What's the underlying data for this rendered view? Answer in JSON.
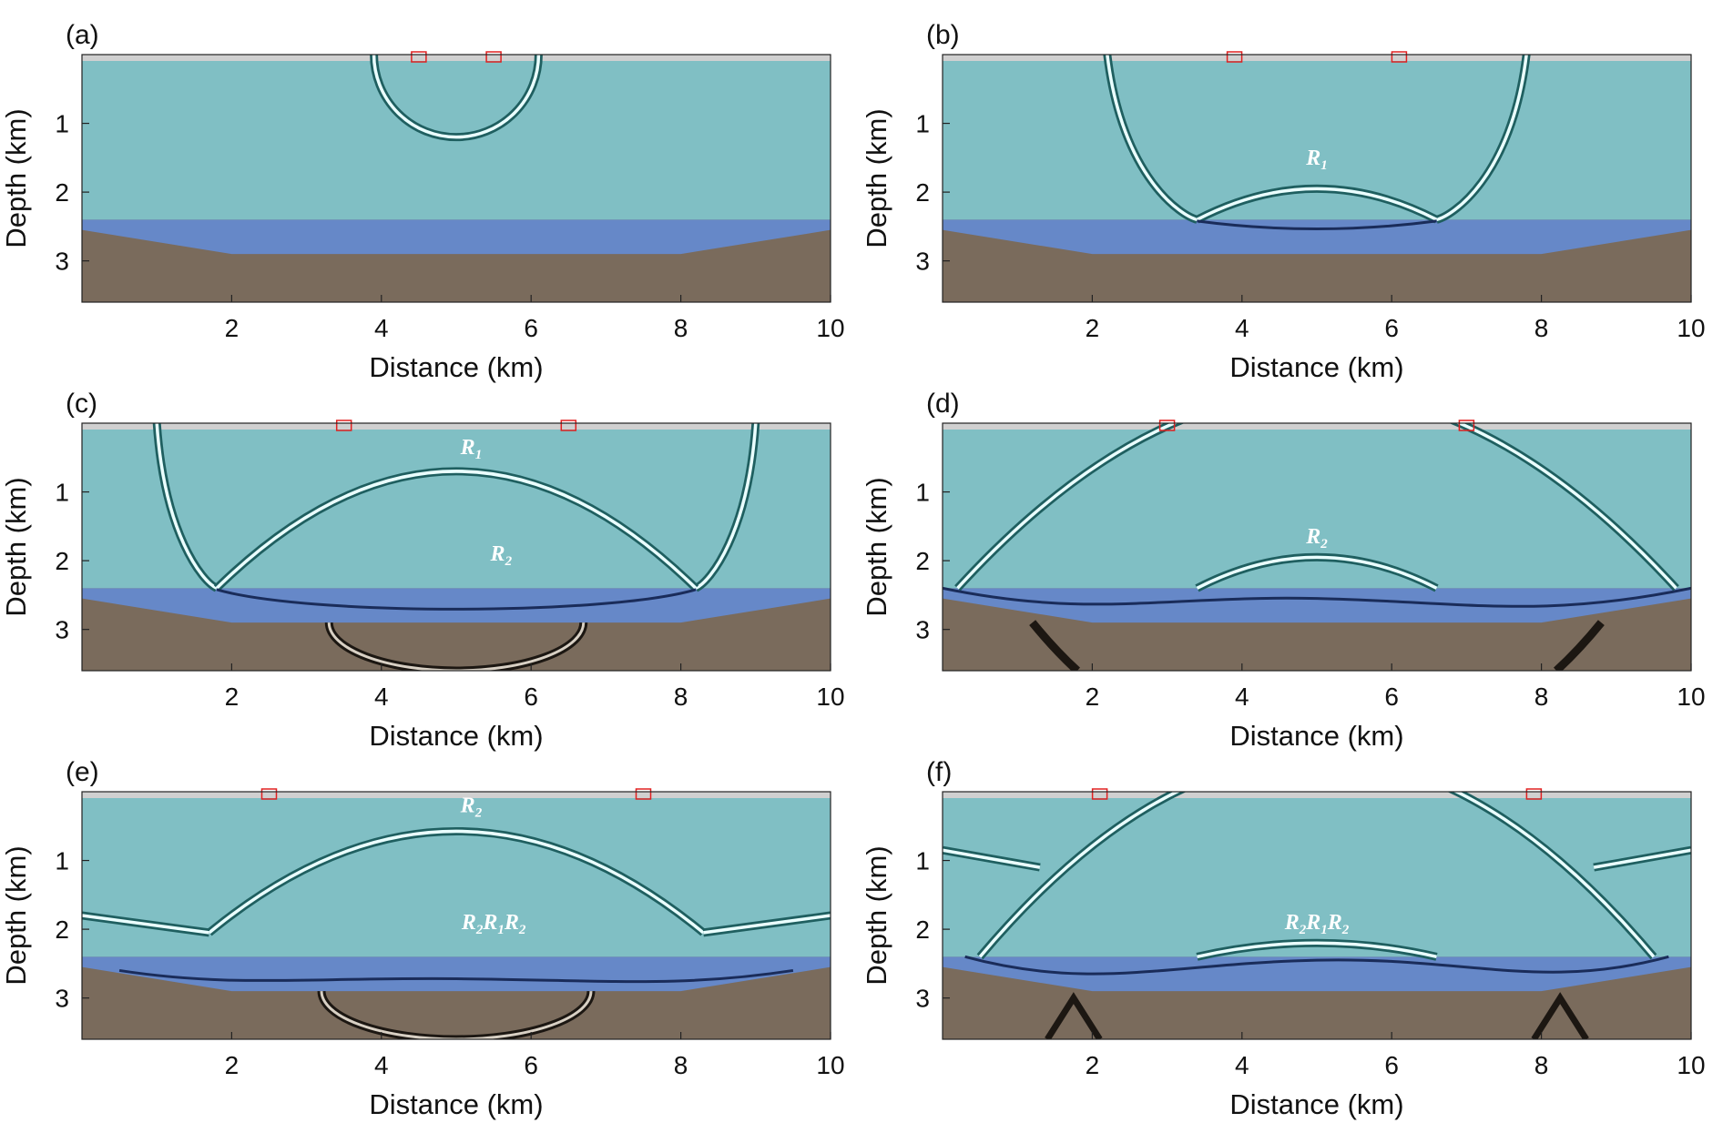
{
  "figure": {
    "panels": [
      {
        "label": "(a)",
        "receivers_km": [
          4.5,
          5.5
        ],
        "wave_labels": []
      },
      {
        "label": "(b)",
        "receivers_km": [
          3.9,
          6.1
        ],
        "wave_labels": [
          {
            "base": "R",
            "sub": "1",
            "x_km": 5.0,
            "depth_km": 1.6
          }
        ]
      },
      {
        "label": "(c)",
        "receivers_km": [
          3.5,
          6.5
        ],
        "wave_labels": [
          {
            "base": "R",
            "sub": "1",
            "x_km": 5.2,
            "depth_km": 0.45
          },
          {
            "base": "R",
            "sub": "2",
            "x_km": 5.6,
            "depth_km": 2.0
          }
        ]
      },
      {
        "label": "(d)",
        "receivers_km": [
          3.0,
          7.0
        ],
        "wave_labels": [
          {
            "base": "R",
            "sub": "2",
            "x_km": 5.0,
            "depth_km": 1.75
          }
        ]
      },
      {
        "label": "(e)",
        "receivers_km": [
          2.5,
          7.5
        ],
        "wave_labels": [
          {
            "base": "R",
            "sub": "2",
            "x_km": 5.2,
            "depth_km": 0.3
          },
          {
            "base": "R2R1R2",
            "sub": "",
            "x_km": 5.5,
            "depth_km": 2.0
          }
        ]
      },
      {
        "label": "(f)",
        "receivers_km": [
          2.1,
          7.9
        ],
        "wave_labels": [
          {
            "base": "R2R1R2",
            "sub": "",
            "x_km": 5.0,
            "depth_km": 2.0
          }
        ]
      }
    ]
  },
  "chart_data": {
    "type": "heatmap",
    "description_panels": 6,
    "xlabel": "Distance (km)",
    "ylabel": "Depth (km)",
    "xlim": [
      0,
      10
    ],
    "ylim": [
      3.6,
      0
    ],
    "xticks": [
      2,
      4,
      6,
      8,
      10
    ],
    "yticks": [
      1,
      2,
      3
    ],
    "layers": {
      "water_bottom_depth_km": 2.4,
      "second_interface_depth_km": 2.9,
      "colors": {
        "water": "#80bfc4",
        "second_layer": "#6688c8",
        "basement": "#7a6b5c",
        "surface": "#d0d0d0",
        "receiver": "#e02020"
      }
    }
  }
}
